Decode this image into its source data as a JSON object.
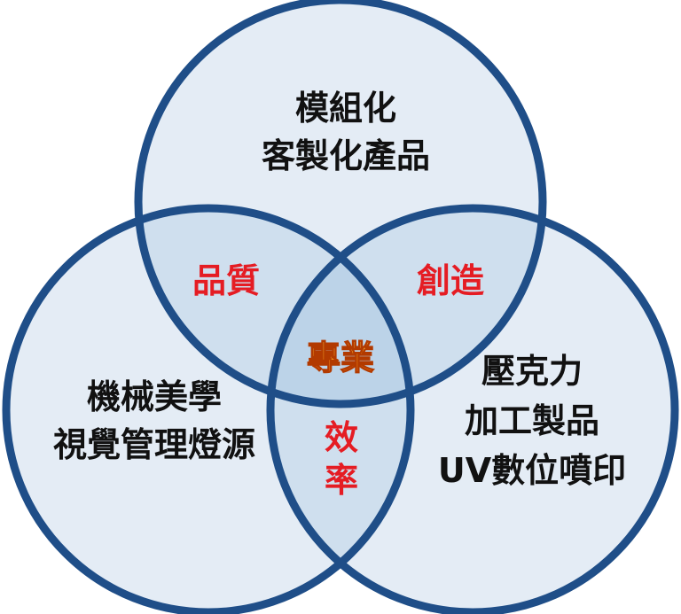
{
  "circles": {
    "top": {
      "lines": [
        "模組化",
        "客製化產品"
      ]
    },
    "left": {
      "lines": [
        "機械美學",
        "視覺管理燈源"
      ]
    },
    "right": {
      "lines": [
        "壓克力",
        "加工製品",
        "UV數位噴印"
      ]
    }
  },
  "overlaps": {
    "top_left": "品質",
    "top_right": "創造",
    "left_right": [
      "效",
      "率"
    ],
    "center": "專業"
  },
  "colors": {
    "circle_fill": "#e4ecf5",
    "overlap_fill": "#cfdfee",
    "center_fill": "#bcd3e8",
    "stroke": "#1f4e88",
    "label": "#111111",
    "overlap_label": "#e51c23"
  }
}
